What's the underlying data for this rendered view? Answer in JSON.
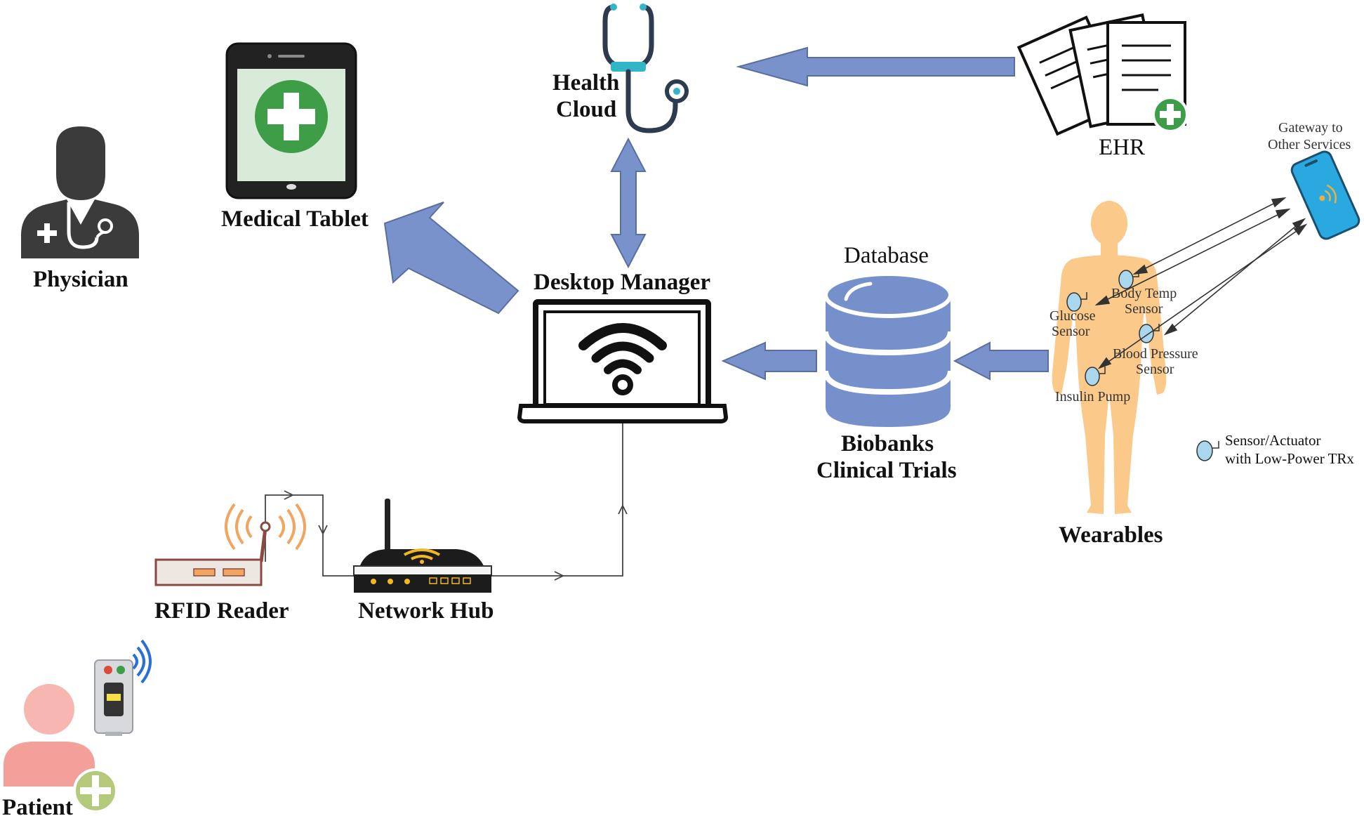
{
  "labels": {
    "health_cloud_line1": "Health",
    "health_cloud_line2": "Cloud",
    "ehr": "EHR",
    "medical_tablet": "Medical Tablet",
    "physician": "Physician",
    "desktop_manager": "Desktop Manager",
    "database": "Database",
    "biobanks_line1": "Biobanks",
    "biobanks_line2": "Clinical Trials",
    "wearables": "Wearables",
    "gateway_line1": "Gateway to",
    "gateway_line2": "Other Services",
    "rfid_reader": "RFID Reader",
    "network_hub": "Network Hub",
    "patient": "Patient"
  },
  "sensors": {
    "body_temp_line1": "Body Temp",
    "body_temp_line2": "Sensor",
    "glucose_line1": "Glucose",
    "glucose_line2": "Sensor",
    "blood_pressure_line1": "Blood Pressure",
    "blood_pressure_line2": "Sensor",
    "insulin_pump": "Insulin Pump"
  },
  "legend": {
    "line1": "Sensor/Actuator",
    "line2": "with Low-Power TRx"
  },
  "colors": {
    "arrow_fill": "#7a92cc",
    "arrow_stroke": "#5a6f9e",
    "database": "#7590cb",
    "green_cross": "#3d9e47",
    "body": "#fbc98a",
    "sensor": "#a9d8ee",
    "phone": "#2aa9e0",
    "patient": "#f3a09b",
    "rfid_waves": "#f0a560"
  }
}
